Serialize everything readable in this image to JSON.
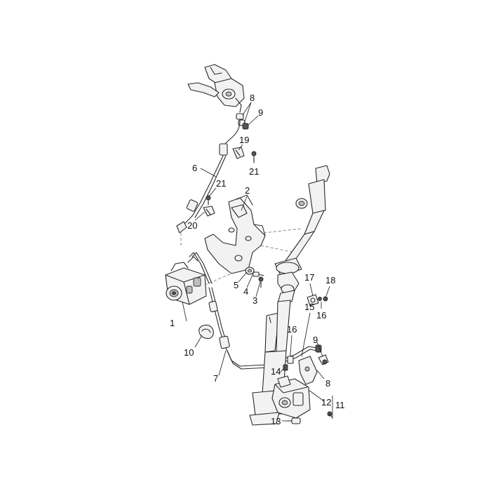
{
  "callouts": [
    {
      "id": "c1",
      "label": "1"
    },
    {
      "id": "c2",
      "label": "2"
    },
    {
      "id": "c3",
      "label": "3"
    },
    {
      "id": "c4",
      "label": "4"
    },
    {
      "id": "c5",
      "label": "5"
    },
    {
      "id": "c6",
      "label": "6"
    },
    {
      "id": "c7",
      "label": "7"
    },
    {
      "id": "c8a",
      "label": "8"
    },
    {
      "id": "c8b",
      "label": "8"
    },
    {
      "id": "c9a",
      "label": "9"
    },
    {
      "id": "c9b",
      "label": "9"
    },
    {
      "id": "c10",
      "label": "10"
    },
    {
      "id": "c11",
      "label": "11"
    },
    {
      "id": "c12",
      "label": "12"
    },
    {
      "id": "c13",
      "label": "13"
    },
    {
      "id": "c14",
      "label": "14"
    },
    {
      "id": "c15",
      "label": "15"
    },
    {
      "id": "c16a",
      "label": "16"
    },
    {
      "id": "c16b",
      "label": "16"
    },
    {
      "id": "c17",
      "label": "17"
    },
    {
      "id": "c18",
      "label": "18"
    },
    {
      "id": "c19",
      "label": "19"
    },
    {
      "id": "c20",
      "label": "20"
    },
    {
      "id": "c21a",
      "label": "21"
    },
    {
      "id": "c21b",
      "label": "21"
    }
  ]
}
